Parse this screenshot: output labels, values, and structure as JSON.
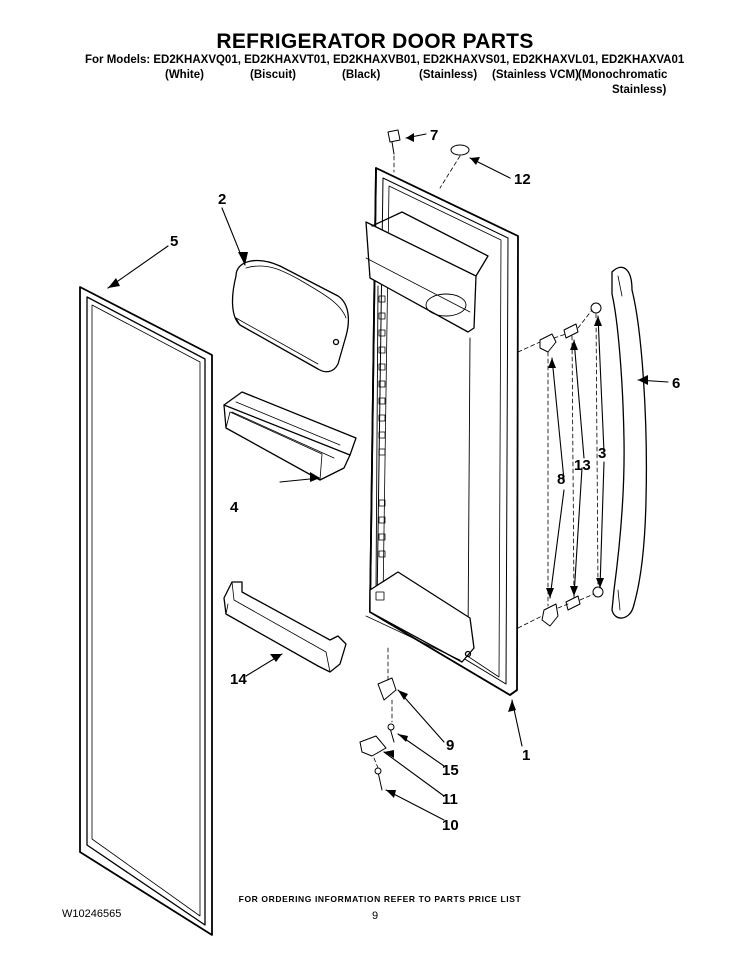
{
  "title": "REFRIGERATOR DOOR PARTS",
  "models_line": "For Models: ED2KHAXVQ01, ED2KHAXVT01, ED2KHAXVB01, ED2KHAXVS01, ED2KHAXVL01, ED2KHAXVA01",
  "variants": [
    "(White)",
    "(Biscuit)",
    "(Black)",
    "(Stainless)",
    "(Stainless VCM)",
    "(Monochromatic"
  ],
  "variant_last_line": "Stainless)",
  "callouts": {
    "c1": "1",
    "c2": "2",
    "c3": "3",
    "c4": "4",
    "c5": "5",
    "c6": "6",
    "c7": "7",
    "c8": "8",
    "c9": "9",
    "c10": "10",
    "c11": "11",
    "c12": "12",
    "c13": "13",
    "c14": "14",
    "c15": "15"
  },
  "footer": {
    "ordering_note": "FOR ORDERING INFORMATION REFER TO PARTS PRICE LIST",
    "doc_number": "W10246565",
    "page_number": "9"
  }
}
